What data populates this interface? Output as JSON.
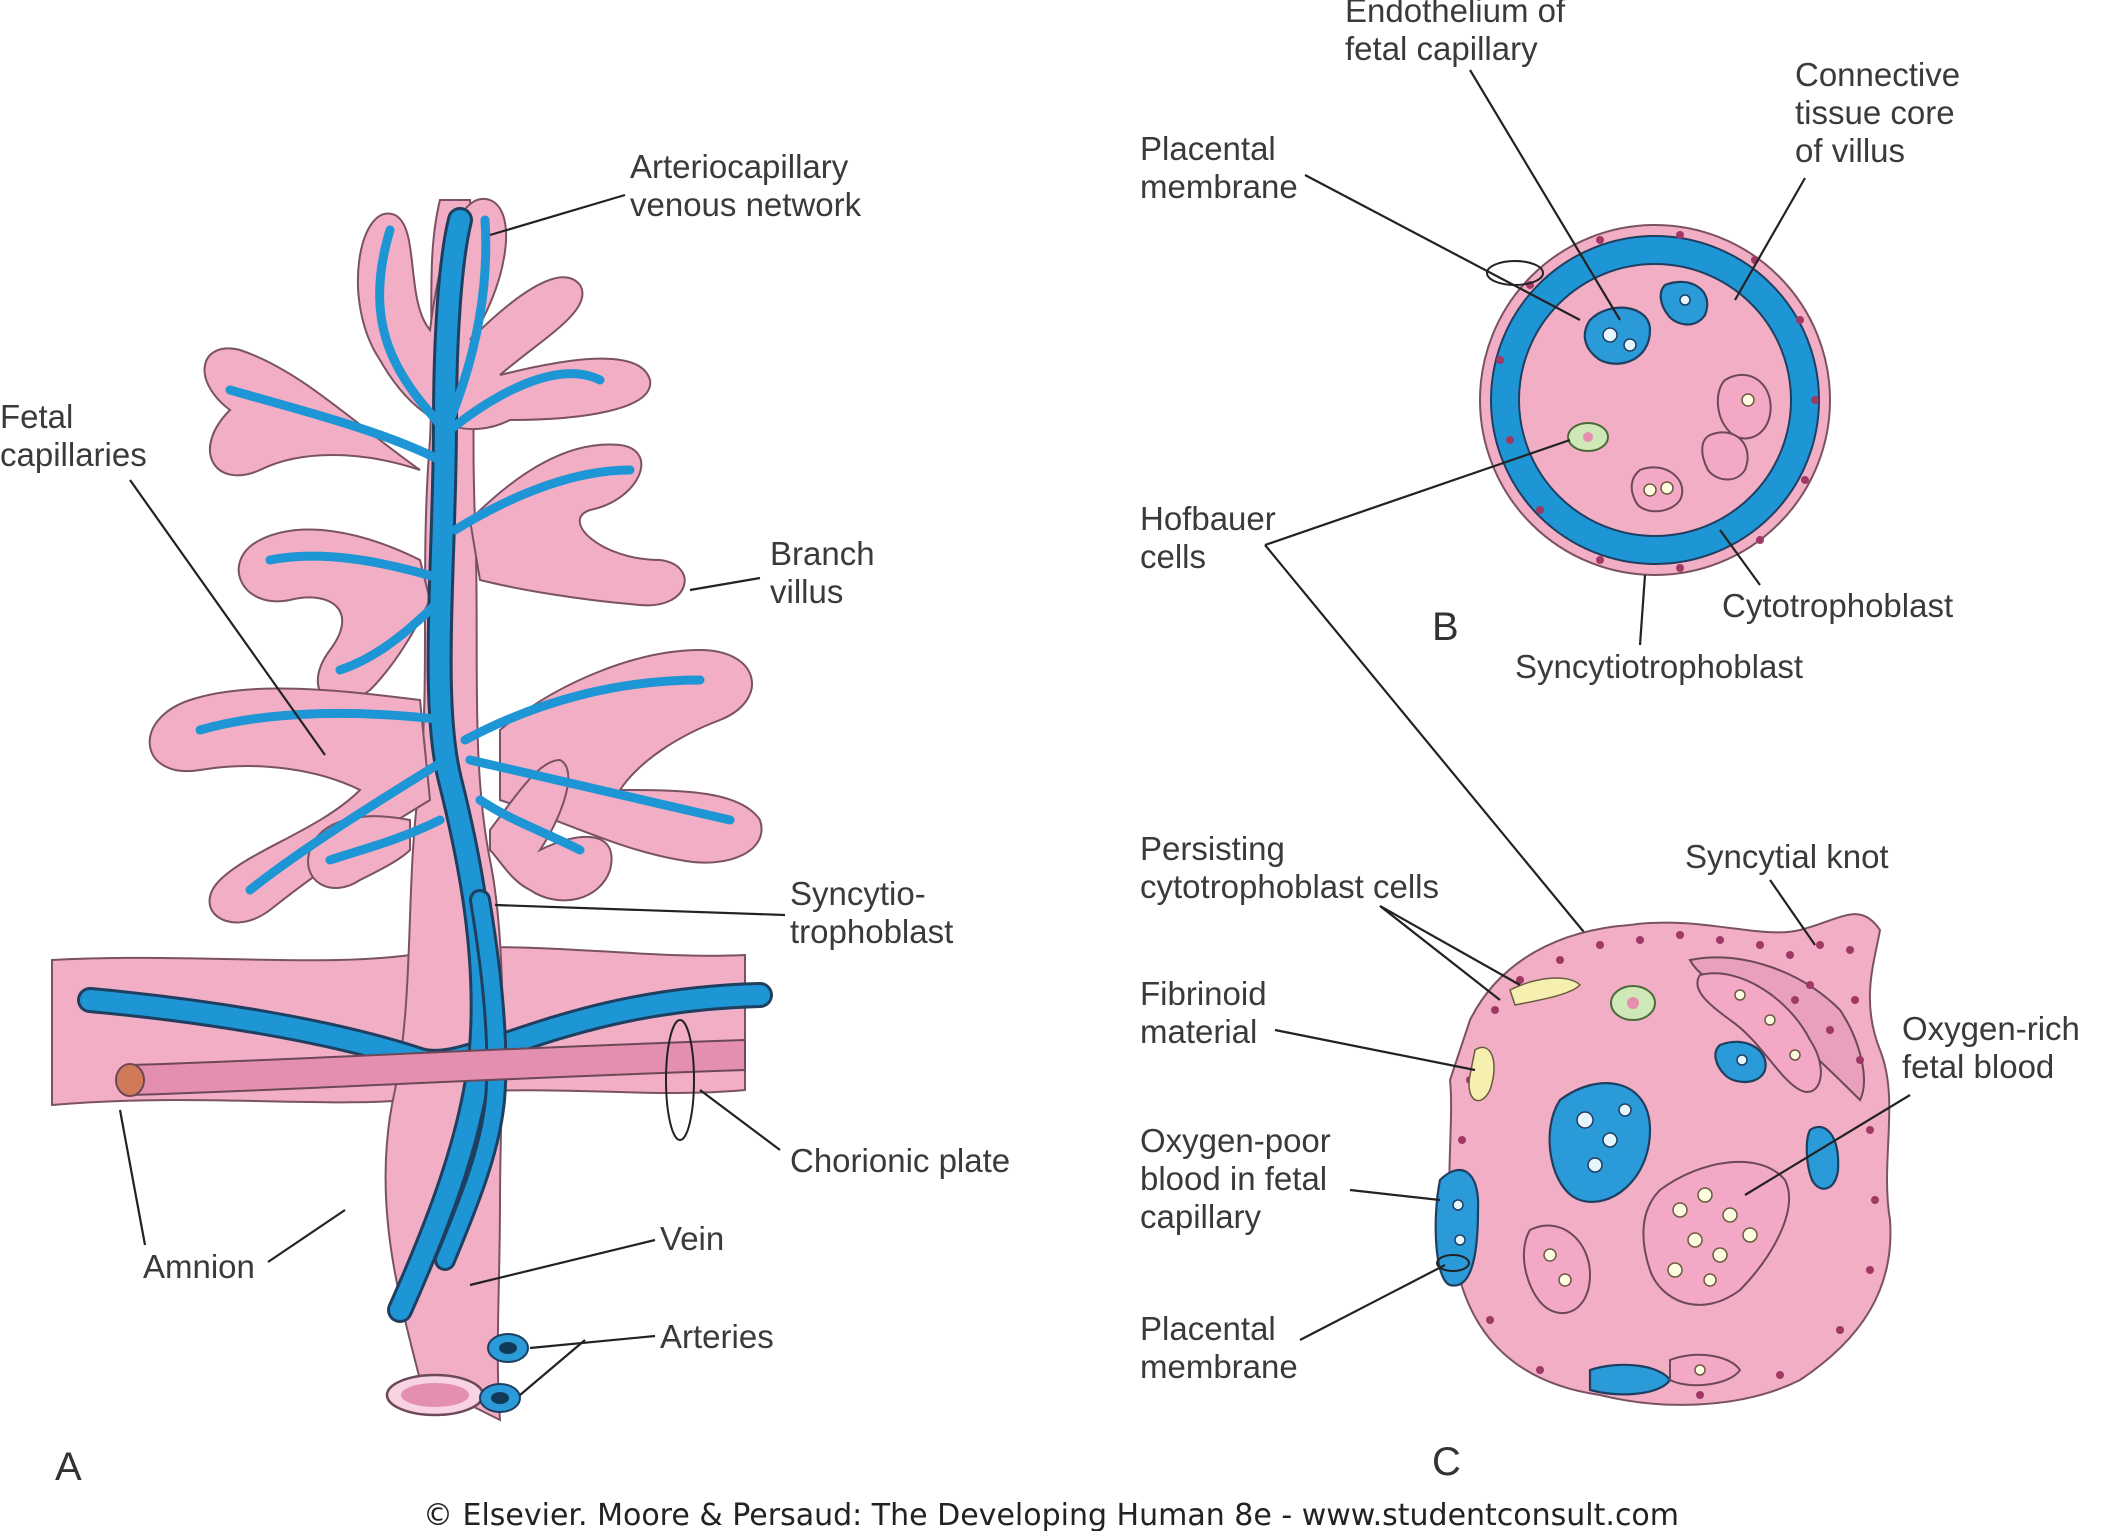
{
  "panels": {
    "a": {
      "letter": "A",
      "labels": {
        "arteriocapillary": [
          "Arteriocapillary",
          "venous network"
        ],
        "fetal_capillaries": [
          "Fetal",
          "capillaries"
        ],
        "branch_villus": [
          "Branch",
          "villus"
        ],
        "syncytiotrophoblast": [
          "Syncytio-",
          "trophoblast"
        ],
        "chorionic_plate": [
          "Chorionic plate"
        ],
        "amnion": [
          "Amnion"
        ],
        "vein": [
          "Vein"
        ],
        "arteries": [
          "Arteries"
        ]
      }
    },
    "b": {
      "letter": "B",
      "labels": {
        "endothelium": [
          "Endothelium of",
          "fetal capillary"
        ],
        "connective_tissue": [
          "Connective",
          "tissue core",
          "of villus"
        ],
        "placental_membrane": [
          "Placental",
          "membrane"
        ],
        "hofbauer": [
          "Hofbauer",
          "cells"
        ],
        "cytotrophoblast": [
          "Cytotrophoblast"
        ],
        "syncytiotrophoblast": [
          "Syncytiotrophoblast"
        ]
      }
    },
    "c": {
      "letter": "C",
      "labels": {
        "persisting": [
          "Persisting",
          "cytotrophoblast cells"
        ],
        "syncytial_knot": [
          "Syncytial knot"
        ],
        "fibrinoid": [
          "Fibrinoid",
          "material"
        ],
        "oxygen_rich": [
          "Oxygen-rich",
          "fetal blood"
        ],
        "oxygen_poor": [
          "Oxygen-poor",
          "blood in fetal",
          "capillary"
        ],
        "placental_membrane": [
          "Placental",
          "membrane"
        ]
      }
    }
  },
  "credit": "© Elsevier. Moore & Persaud: The Developing Human 8e - www.studentconsult.com",
  "colors": {
    "villus_pink": "#f2aec5",
    "vessel_blue": "#1e95d4",
    "outline": "#1f3f60",
    "hofbauer_green": "#cfe8b8"
  }
}
